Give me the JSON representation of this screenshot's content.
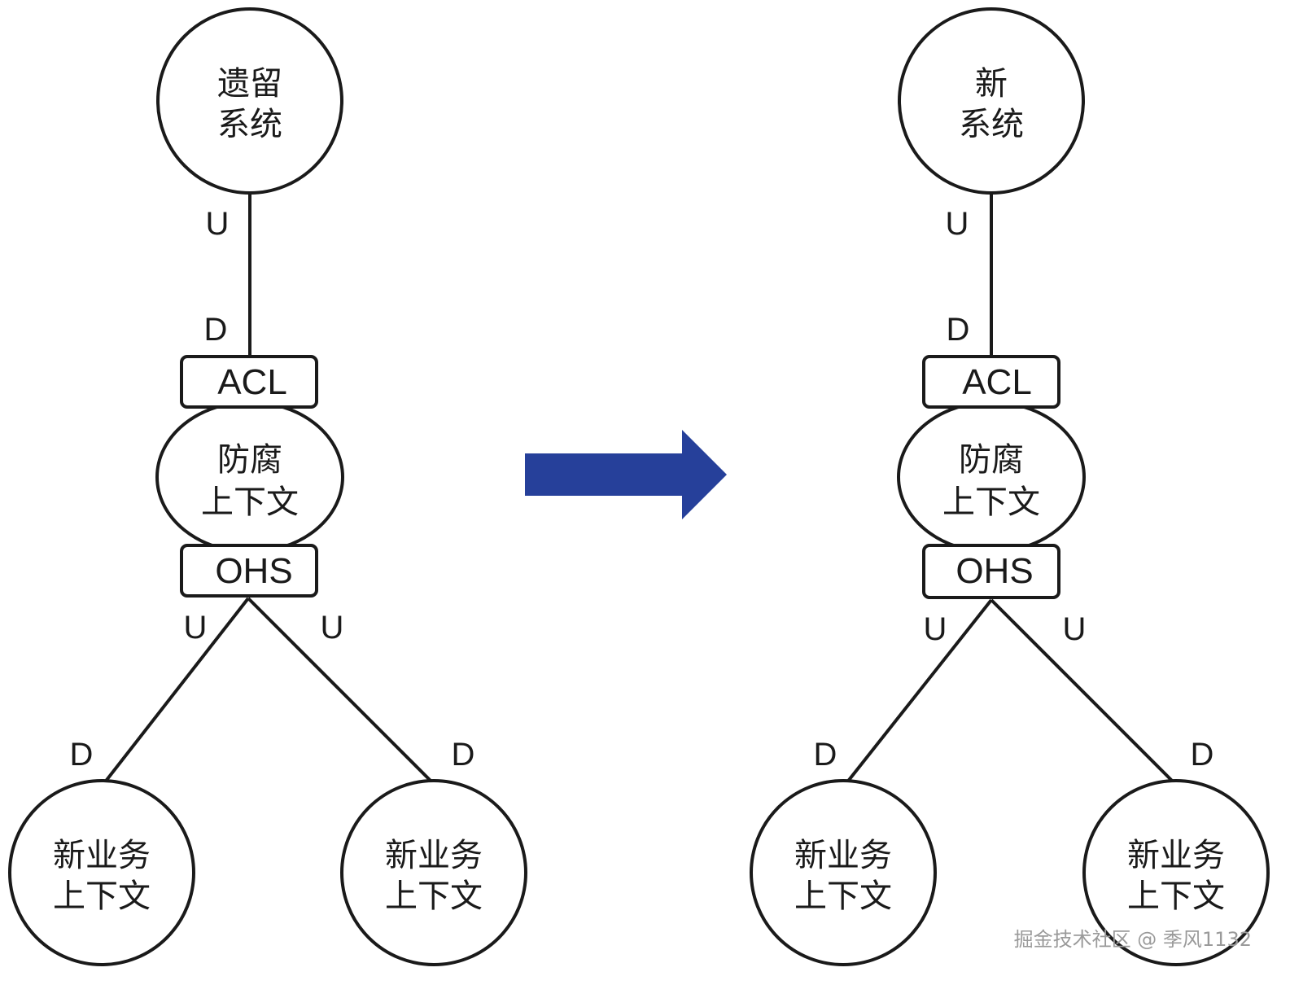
{
  "left": {
    "top_node": [
      "遗留",
      "系统"
    ],
    "acl_label": "ACL",
    "acl_context": [
      "防腐",
      "上下文"
    ],
    "ohs_label": "OHS",
    "top_edge": {
      "upstream": "U",
      "downstream": "D"
    },
    "left_edge": {
      "upstream": "U",
      "downstream": "D"
    },
    "right_edge": {
      "upstream": "U",
      "downstream": "D"
    },
    "bottom_left_node": [
      "新业务",
      "上下文"
    ],
    "bottom_right_node": [
      "新业务",
      "上下文"
    ]
  },
  "right": {
    "top_node": [
      "新",
      "系统"
    ],
    "acl_label": "ACL",
    "acl_context": [
      "防腐",
      "上下文"
    ],
    "ohs_label": "OHS",
    "top_edge": {
      "upstream": "U",
      "downstream": "D"
    },
    "left_edge": {
      "upstream": "U",
      "downstream": "D"
    },
    "right_edge": {
      "upstream": "U",
      "downstream": "D"
    },
    "bottom_left_node": [
      "新业务",
      "上下文"
    ],
    "bottom_right_node": [
      "新业务",
      "上下文"
    ]
  },
  "arrow_color": "#26409a",
  "watermark": "掘金技术社区 @ 季风1132"
}
